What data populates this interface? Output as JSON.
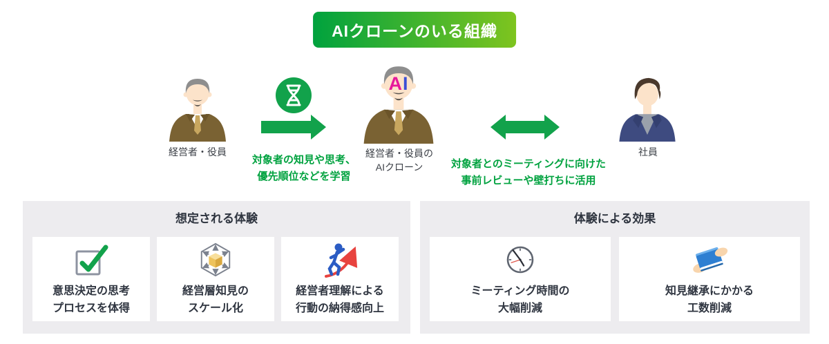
{
  "badge": {
    "label": "AIクローンのいる組織"
  },
  "diagram": {
    "left_person": {
      "label": "経営者・役員"
    },
    "clone_person": {
      "label_line1": "経営者・役員の",
      "label_line2": "AIクローン",
      "ai_a": "A",
      "ai_i": "I"
    },
    "right_person": {
      "label": "社員"
    },
    "learn_caption_line1": "対象者の知見や思考、",
    "learn_caption_line2": "優先順位などを学習",
    "use_caption_line1": "対象者とのミーティングに向けた",
    "use_caption_line2": "事前レビューや壁打ちに活用"
  },
  "panels": [
    {
      "title": "想定される体験",
      "cards": [
        {
          "icon": "checkbox-icon",
          "line1": "意思決定の思考",
          "line2": "プロセスを体得"
        },
        {
          "icon": "scale-cube-icon",
          "line1": "経営層知見の",
          "line2": "スケール化"
        },
        {
          "icon": "growth-person-icon",
          "line1": "経営者理解による",
          "line2": "行動の納得感向上"
        }
      ]
    },
    {
      "title": "体験による効果",
      "cards": [
        {
          "icon": "clock-icon",
          "line1": "ミーティング時間の",
          "line2": "大幅削減"
        },
        {
          "icon": "handover-book-icon",
          "line1": "知見継承にかかる",
          "line2": "工数削減"
        }
      ]
    }
  ],
  "colors": {
    "accent_green": "#12a24b",
    "badge_gradient_start": "#00a23e",
    "badge_gradient_end": "#7ec41f",
    "caption_green": "#00a23f",
    "panel_bg": "#edecef",
    "card_bg": "#ffffff",
    "dark_text": "#2f3540",
    "ai_pink": "#e6199b",
    "ai_blue": "#3b50d6",
    "suit_brown": "#7a6233",
    "jacket_navy": "#3e4b80"
  }
}
